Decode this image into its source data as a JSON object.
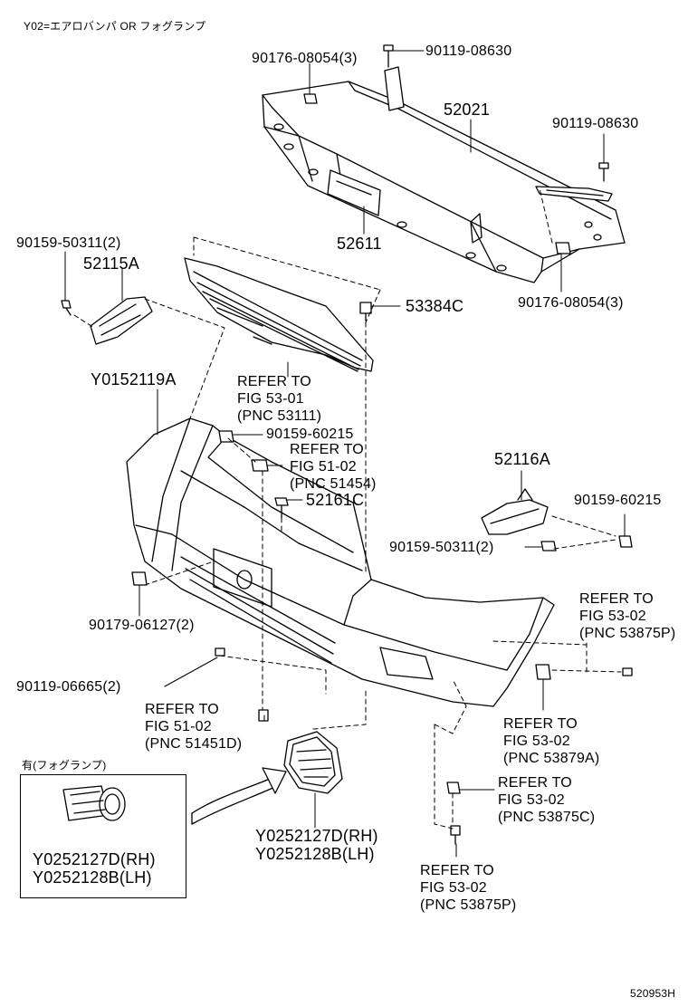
{
  "diagram": {
    "header_note": "Y02=エアロバンパ OR フォグランプ",
    "figure_code": "520953H",
    "part_labels": {
      "p1": "90176-08054(3)",
      "p2": "90119-08630",
      "p3": "52021",
      "p4": "90119-08630",
      "p5": "90159-50311(2)",
      "p6": "52115A",
      "p7": "52611",
      "p8": "53384C",
      "p9": "90176-08054(3)",
      "p10": "Y0152119A",
      "p11": "90159-60215",
      "p12": "52161C",
      "p13": "52116A",
      "p14": "90159-60215",
      "p15": "90159-50311(2)",
      "p16": "90179-06127(2)",
      "p17": "90119-06665(2)",
      "p18": "Y0252127D(RH)",
      "p19": "Y0252128B(LH)"
    },
    "refer_notes": [
      {
        "line1": "REFER TO",
        "line2": "FIG 53-01",
        "line3": "(PNC 53111)"
      },
      {
        "line1": "REFER TO",
        "line2": "FIG 51-02",
        "line3": "(PNC 51454)"
      },
      {
        "line1": "REFER TO",
        "line2": "FIG 53-02",
        "line3": "(PNC 53875P)"
      },
      {
        "line1": "REFER TO",
        "line2": "FIG 51-02",
        "line3": "(PNC 51451D)"
      },
      {
        "line1": "REFER TO",
        "line2": "FIG 53-02",
        "line3": "(PNC 53879A)"
      },
      {
        "line1": "REFER TO",
        "line2": "FIG 53-02",
        "line3": "(PNC 53875C)"
      },
      {
        "line1": "REFER TO",
        "line2": "FIG 53-02",
        "line3": "(PNC 53875P)"
      }
    ],
    "inset": {
      "caption": "有(フォグランプ)",
      "part_rh": "Y0252127D(RH)",
      "part_lh": "Y0252128B(LH)"
    }
  }
}
